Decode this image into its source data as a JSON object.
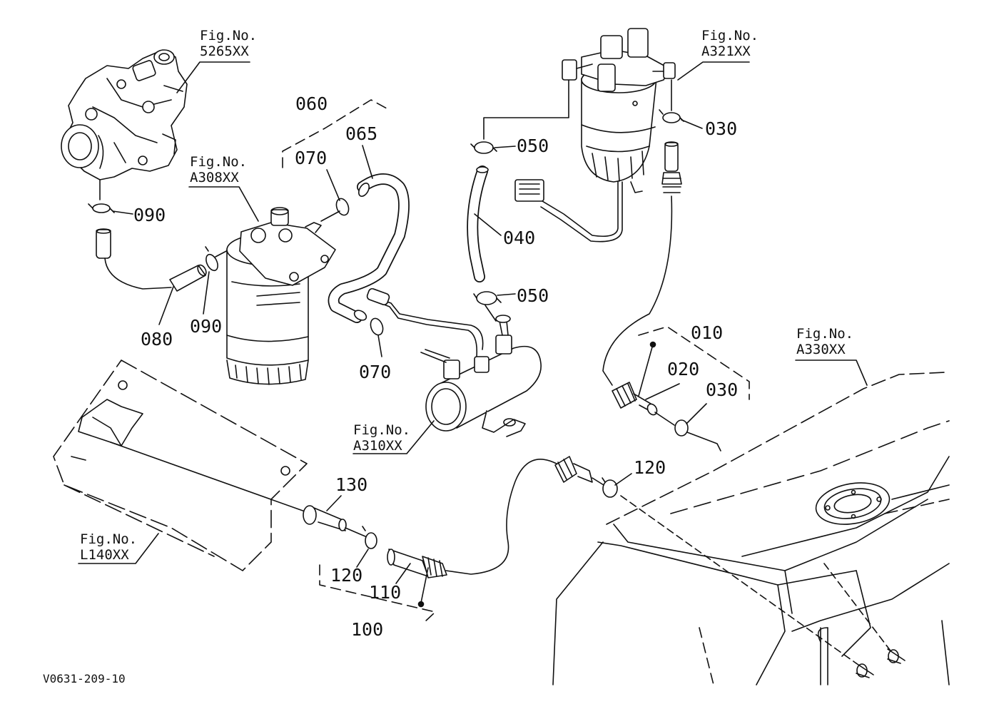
{
  "figure_refs": {
    "fig_5265": {
      "title": "Fig.No.",
      "code": "5265XX"
    },
    "fig_a321": {
      "title": "Fig.No.",
      "code": "A321XX"
    },
    "fig_a308": {
      "title": "Fig.No.",
      "code": "A308XX"
    },
    "fig_a330": {
      "title": "Fig.No.",
      "code": "A330XX"
    },
    "fig_a310": {
      "title": "Fig.No.",
      "code": "A310XX"
    },
    "fig_l140": {
      "title": "Fig.No.",
      "code": "L140XX"
    }
  },
  "part_labels": {
    "p060": "060",
    "p065": "065",
    "p070a": "070",
    "p070b": "070",
    "p090a": "090",
    "p090b": "090",
    "p080": "080",
    "p050a": "050",
    "p050b": "050",
    "p040": "040",
    "p030a": "030",
    "p030b": "030",
    "p010": "010",
    "p020": "020",
    "p120a": "120",
    "p120b": "120",
    "p130": "130",
    "p110": "110",
    "p100": "100"
  },
  "drawing_code": "V0631-209-10"
}
